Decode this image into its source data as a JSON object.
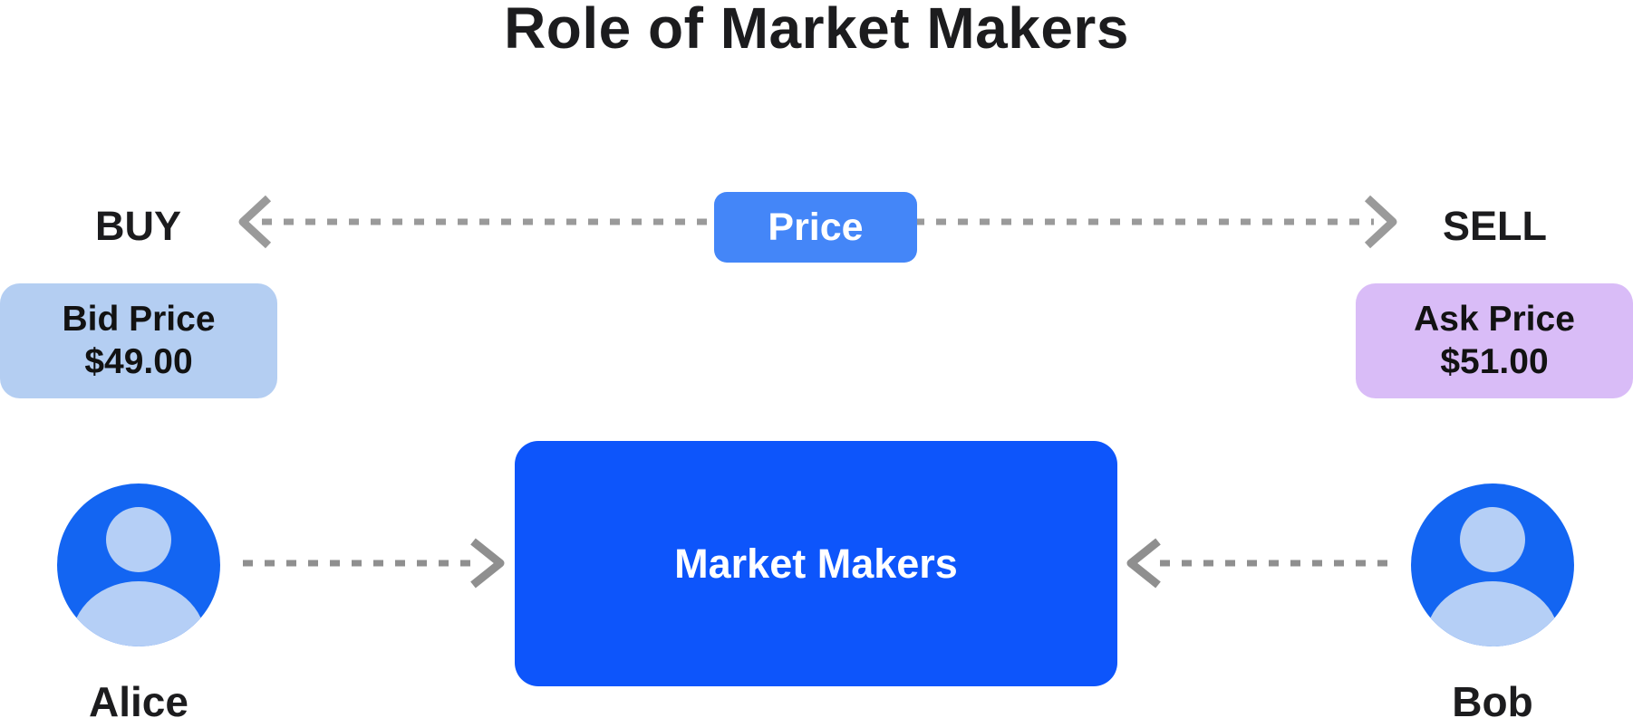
{
  "title": "Role of Market Makers",
  "price_axis": {
    "buy_label": "BUY",
    "sell_label": "SELL",
    "badge_label": "Price"
  },
  "bid_card": {
    "label": "Bid Price",
    "value": "$49.00"
  },
  "ask_card": {
    "label": "Ask Price",
    "value": "$51.00"
  },
  "market_makers": {
    "label": "Market Makers"
  },
  "actors": {
    "alice": "Alice",
    "bob": "Bob"
  },
  "icons": {
    "left_actor": "user-avatar-icon",
    "right_actor": "user-avatar-icon",
    "price_axis": "double-headed-dashed-arrow-icon",
    "alice_flow": "dashed-arrow-right-icon",
    "bob_flow": "dashed-arrow-left-icon"
  },
  "colors": {
    "price_badge": "#4486f8",
    "market_makers_box": "#0d55fb",
    "bid_card_bg": "#b4cef2",
    "ask_card_bg": "#d9bcf7",
    "avatar_blue": "#1365f2",
    "avatar_silhouette": "#b5cff6",
    "arrow_gray": "#8f8f8f",
    "text_dark": "#1c1c1e"
  }
}
